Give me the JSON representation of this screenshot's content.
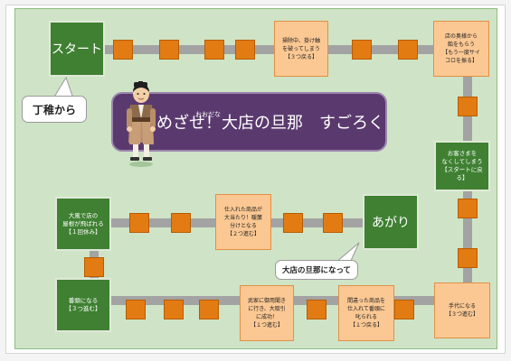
{
  "title": {
    "text": "めざせ！大店の旦那　すごろく",
    "ruby": "おおだな"
  },
  "bubbles": {
    "start_note": "丁稚から",
    "goal_note": "大店の旦那になって"
  },
  "spaces": {
    "start": "スタート",
    "sleep": "掃除中、掛け軸\nを破ってしまう\n【３つ戻る】",
    "owner_dice": "店の奥様から\n飴をもらう\n【もう一度サイ\nコロを振る】",
    "lost_purse": "お客さまを\nなくしてしまう\n【スタートに戻る】",
    "gone_bankrupt": "大風で店の\n屋根が飛ばれる\n【１回休み】",
    "buy_great": "仕入れた商品が\n大当たり！暖簾\n分けとなる\n【２つ進む】",
    "goal": "あがり",
    "clerk": "番頭になる\n【３つ進む】",
    "sales_success": "武家に御用聞き\nに行き、大取引\nに成功！\n【１つ進む】",
    "wrong_goods": "間違った商品を\n仕入れて番頭に\n叱られる\n【１つ戻る】",
    "tedai": "手代になる\n【３つ進む】"
  },
  "colors": {
    "board": "#cfe4c6",
    "square": "#e37b13",
    "green_box": "#3f8032",
    "orange_box": "#fbc893",
    "title_bg": "#5a3a6e"
  }
}
